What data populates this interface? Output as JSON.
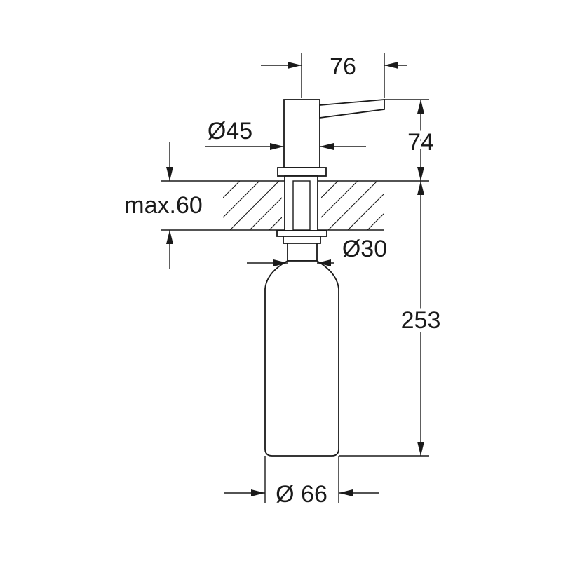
{
  "dimensions": {
    "spout_reach": "76",
    "head_diameter": "Ø45",
    "head_height": "74",
    "max_thickness": "max.60",
    "shank_diameter": "Ø30",
    "below_counter_length": "253",
    "bottle_diameter": "Ø 66"
  },
  "colors": {
    "line": "#1a1a1a",
    "background": "#ffffff"
  }
}
